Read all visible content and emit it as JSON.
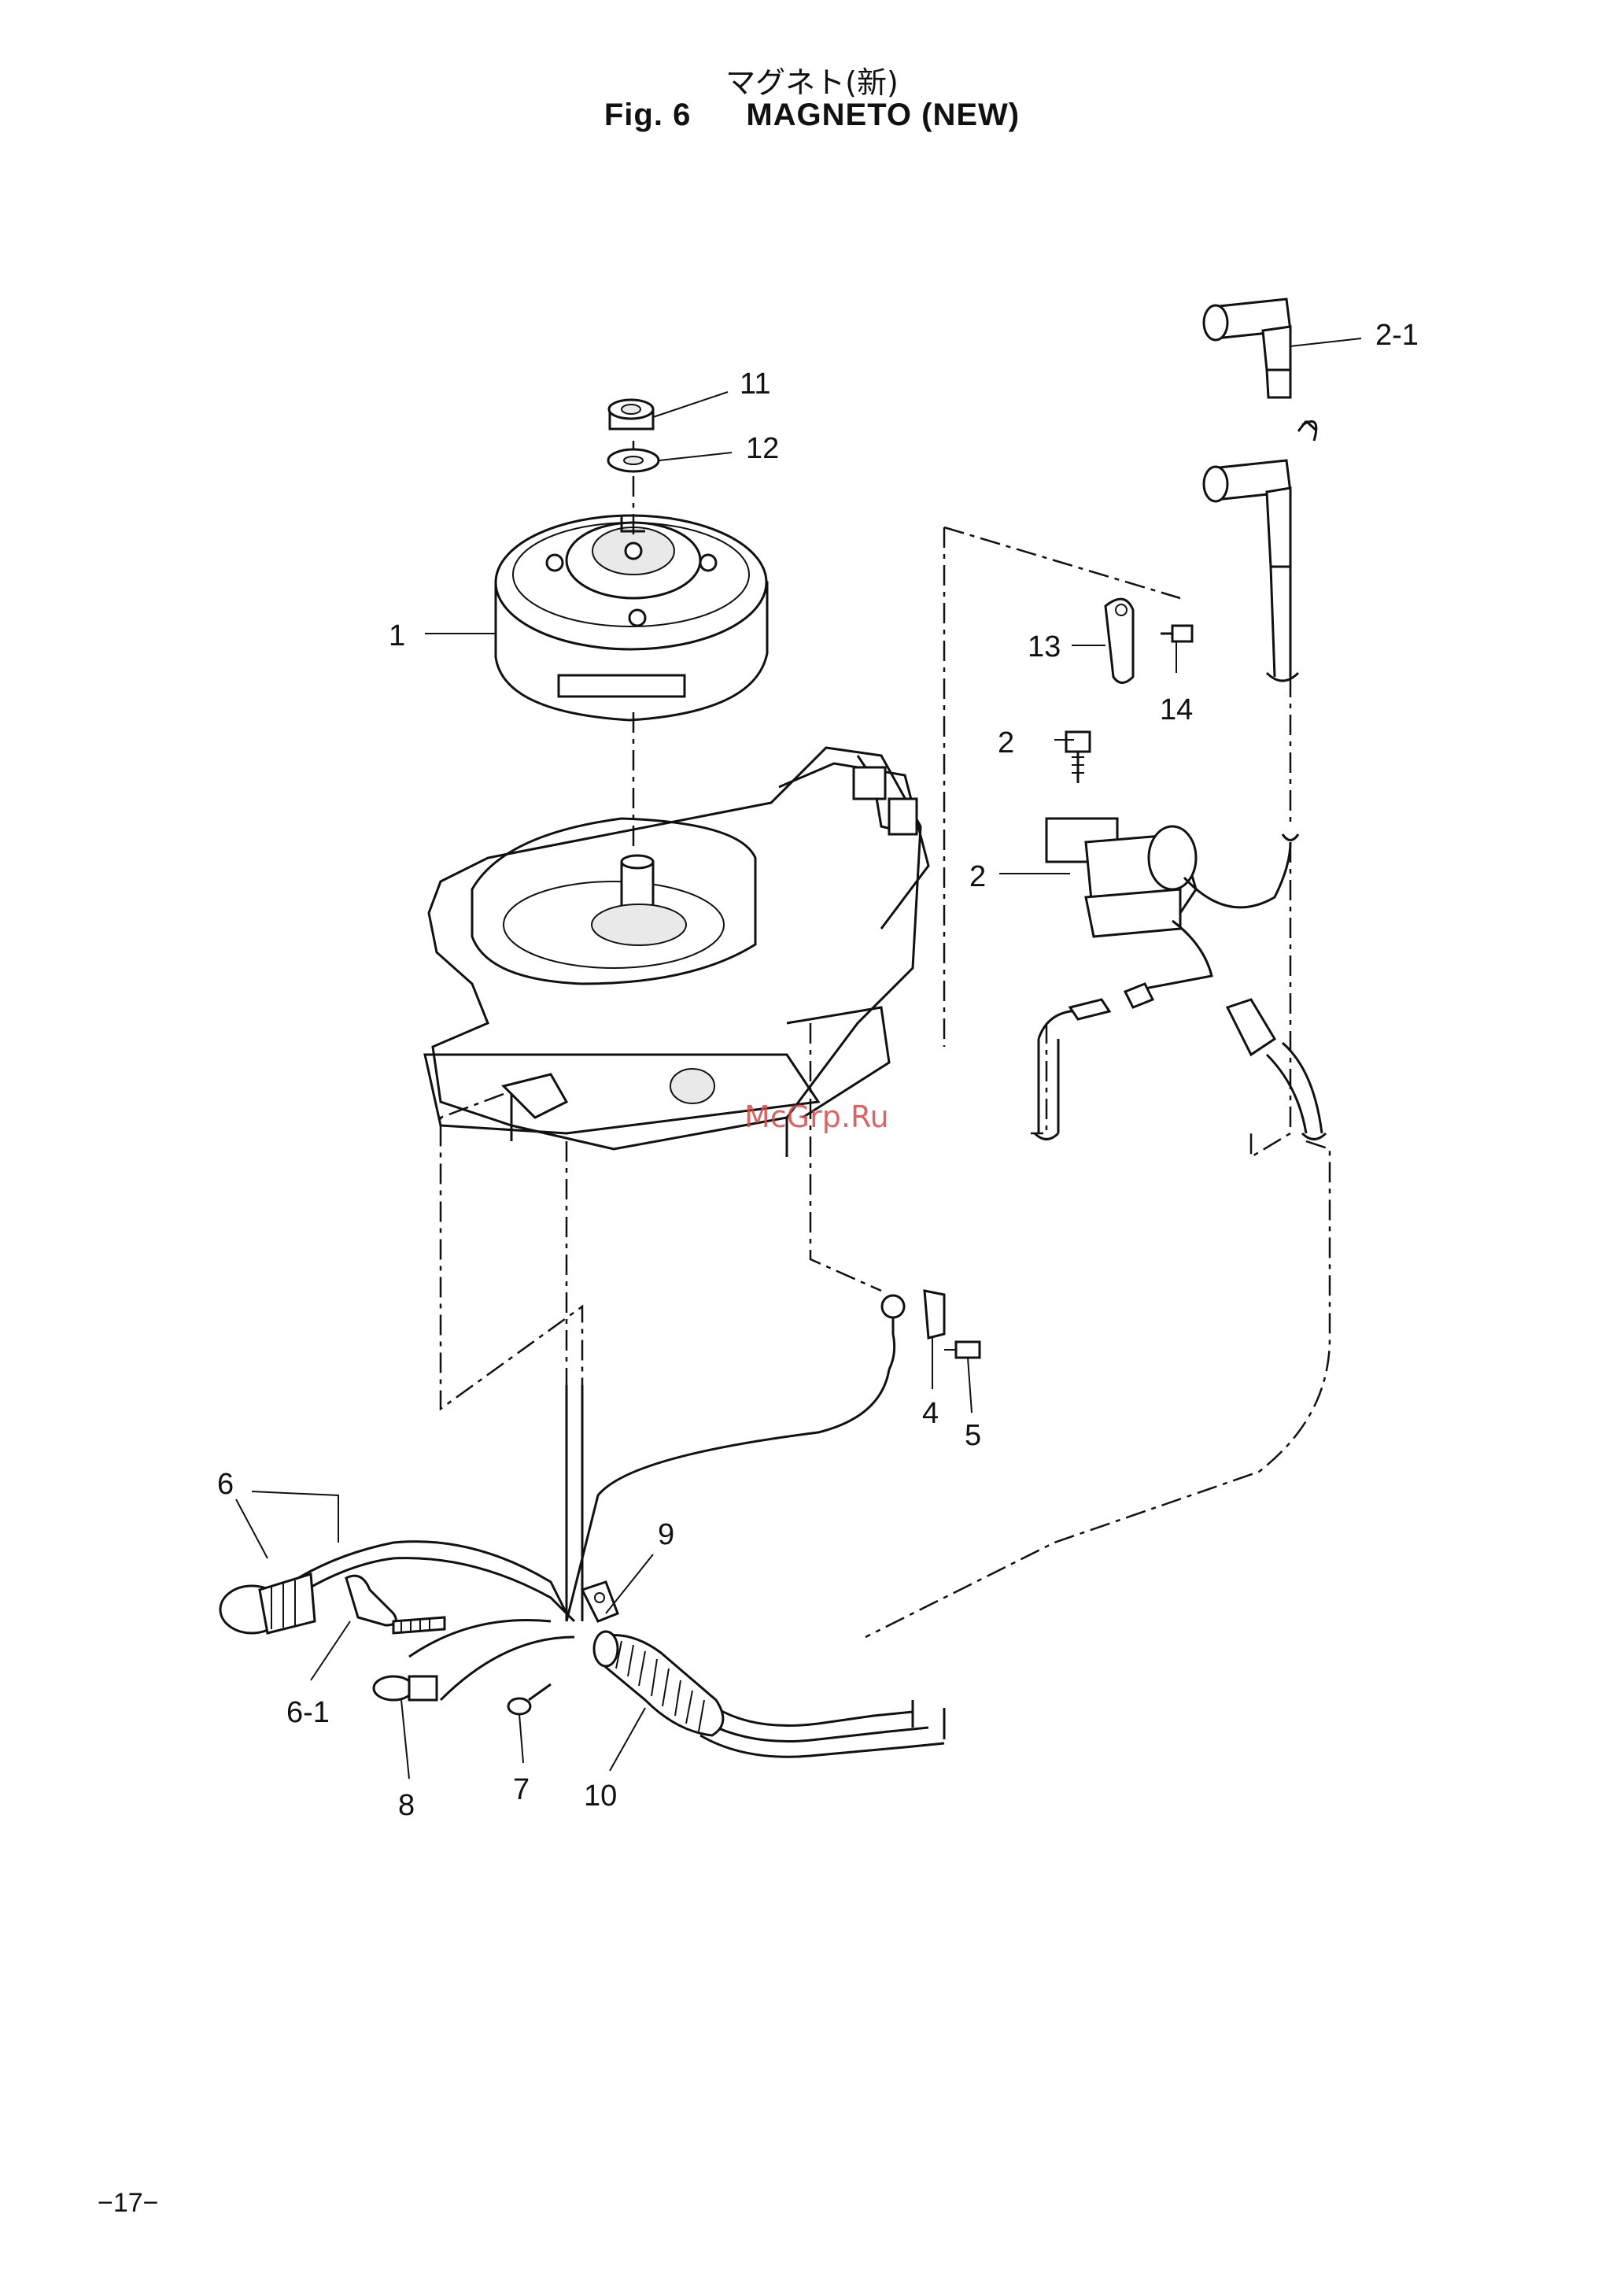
{
  "title": {
    "japanese": "マグネト(新)",
    "figure": "Fig. 6",
    "name": "MAGNETO (NEW)"
  },
  "callouts": [
    "1",
    "2",
    "2",
    "2-1",
    "4",
    "5",
    "6",
    "6-1",
    "7",
    "8",
    "9",
    "10",
    "11",
    "12",
    "13",
    "14"
  ],
  "watermark": "McGrp.Ru",
  "page_number": "−17−"
}
